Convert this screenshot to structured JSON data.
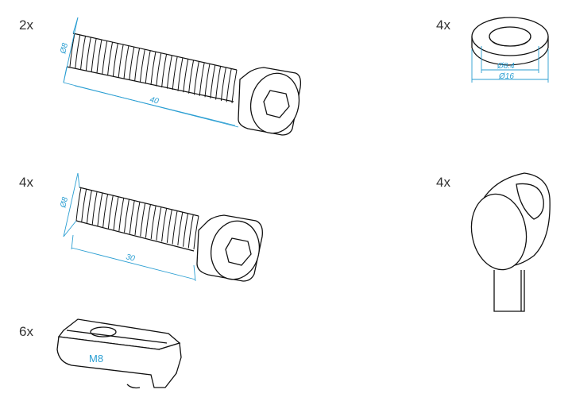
{
  "colors": {
    "dimension": "#2a9ed2",
    "outline": "#111111",
    "label": "#333333"
  },
  "parts": [
    {
      "quantity": "2x",
      "type": "socket-head-cap-screw",
      "diameter_label": "Ø8",
      "length_label": "40"
    },
    {
      "quantity": "4x",
      "type": "socket-head-cap-screw",
      "diameter_label": "Ø8",
      "length_label": "30"
    },
    {
      "quantity": "6x",
      "type": "t-slot-nut",
      "thread_label": "M8"
    },
    {
      "quantity": "4x",
      "type": "washer",
      "inner_diameter_label": "Ø8.4",
      "outer_diameter_label": "Ø16"
    },
    {
      "quantity": "4x",
      "type": "cam-connector"
    }
  ]
}
